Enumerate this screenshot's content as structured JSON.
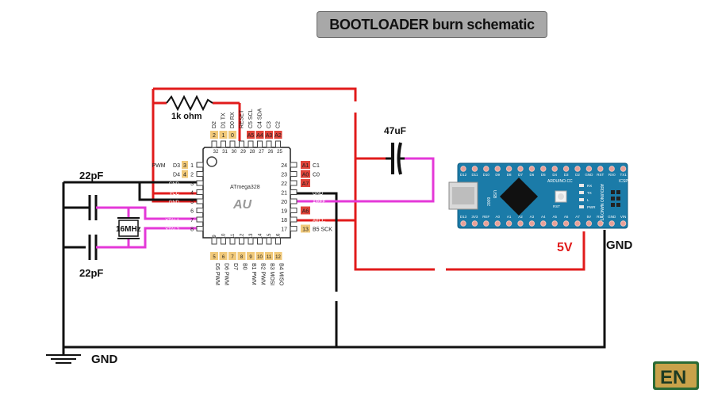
{
  "title": "BOOTLOADER burn schematic",
  "resistor_label": "1k ohm",
  "capacitor_label": "47uF",
  "cap_top_label": "22pF",
  "cap_bottom_label": "22pF",
  "crystal_label": "16MHz",
  "gnd_left_label": "GND",
  "five_v_label": "5V",
  "gnd_right_label": "GND",
  "chip": {
    "name": "ATmega328",
    "logo": "AU",
    "left_pins": [
      {
        "num": "1",
        "func": "D3",
        "alt": "PWM",
        "badge": "3"
      },
      {
        "num": "2",
        "func": "D4",
        "alt": "",
        "badge": "4"
      },
      {
        "num": "3",
        "func": "GND",
        "alt": "",
        "badge": ""
      },
      {
        "num": "4",
        "func": "VCC",
        "alt": "",
        "badge": ""
      },
      {
        "num": "5",
        "func": "GND",
        "alt": "",
        "badge": ""
      },
      {
        "num": "6",
        "func": "VCC",
        "alt": "",
        "badge": ""
      },
      {
        "num": "7",
        "func": "XTAL1",
        "alt": "",
        "badge": ""
      },
      {
        "num": "8",
        "func": "XTAL2",
        "alt": "",
        "badge": ""
      }
    ],
    "right_pins": [
      {
        "num": "24",
        "func": "C1",
        "badge": "A1"
      },
      {
        "num": "23",
        "func": "C0",
        "badge": "A0"
      },
      {
        "num": "22",
        "func": "",
        "badge": "A7"
      },
      {
        "num": "21",
        "func": "GND",
        "badge": ""
      },
      {
        "num": "20",
        "func": "AREF",
        "badge": ""
      },
      {
        "num": "19",
        "func": "",
        "badge": "A6"
      },
      {
        "num": "18",
        "func": "AVCC",
        "badge": ""
      },
      {
        "num": "17",
        "func": "B5 SCK",
        "badge": "13"
      }
    ],
    "top_pins": [
      {
        "num": "32",
        "func": "D2",
        "badge": "2"
      },
      {
        "num": "31",
        "func": "D1 TX",
        "badge": "1"
      },
      {
        "num": "30",
        "func": "D0 RX",
        "badge": "0"
      },
      {
        "num": "29",
        "func": "RESET",
        "badge": ""
      },
      {
        "num": "28",
        "func": "C5 SCL",
        "badge": "A5"
      },
      {
        "num": "27",
        "func": "C4 SDA",
        "badge": "A4"
      },
      {
        "num": "26",
        "func": "C3",
        "badge": "A3"
      },
      {
        "num": "25",
        "func": "C2",
        "badge": "A2"
      }
    ],
    "bottom_pins": [
      {
        "num": "9",
        "func": "D5 PWM",
        "badge": "5"
      },
      {
        "num": "10",
        "func": "D6 PWM",
        "badge": "6"
      },
      {
        "num": "11",
        "func": "D7",
        "badge": "7"
      },
      {
        "num": "12",
        "func": "B0",
        "badge": "8"
      },
      {
        "num": "13",
        "func": "B1 PWM",
        "badge": "9"
      },
      {
        "num": "14",
        "func": "B2 PWM",
        "badge": "10"
      },
      {
        "num": "15",
        "func": "B3 MOSI",
        "badge": "11"
      },
      {
        "num": "16",
        "func": "B4 MISO",
        "badge": "12"
      }
    ]
  },
  "nano": {
    "top_pins": [
      "D12",
      "D11",
      "D10",
      "D9",
      "D8",
      "D7",
      "D6",
      "D5",
      "D4",
      "D3",
      "D2",
      "GND",
      "RST",
      "RX0",
      "TX1"
    ],
    "bottom_pins": [
      "D13",
      "3V3",
      "REF",
      "A0",
      "A1",
      "A2",
      "A3",
      "A4",
      "A5",
      "A6",
      "A7",
      "5V",
      "RST",
      "GND",
      "VIN"
    ],
    "brand": "ARDUINO.CC",
    "model": "ARDUINO NANO V3.0",
    "icsp": "ICSP",
    "usb": "USB",
    "year": "2009",
    "leds": [
      "RX",
      "TX",
      "L",
      "PWR"
    ],
    "rst_btn": "RST"
  },
  "logo_text": "EN",
  "colors": {
    "red": "#e11b1b",
    "black": "#111111",
    "magenta": "#e438d8",
    "board_blue": "#1b7ba8",
    "badge_yellow": "#f1c97a",
    "badge_red": "#e0443a"
  }
}
